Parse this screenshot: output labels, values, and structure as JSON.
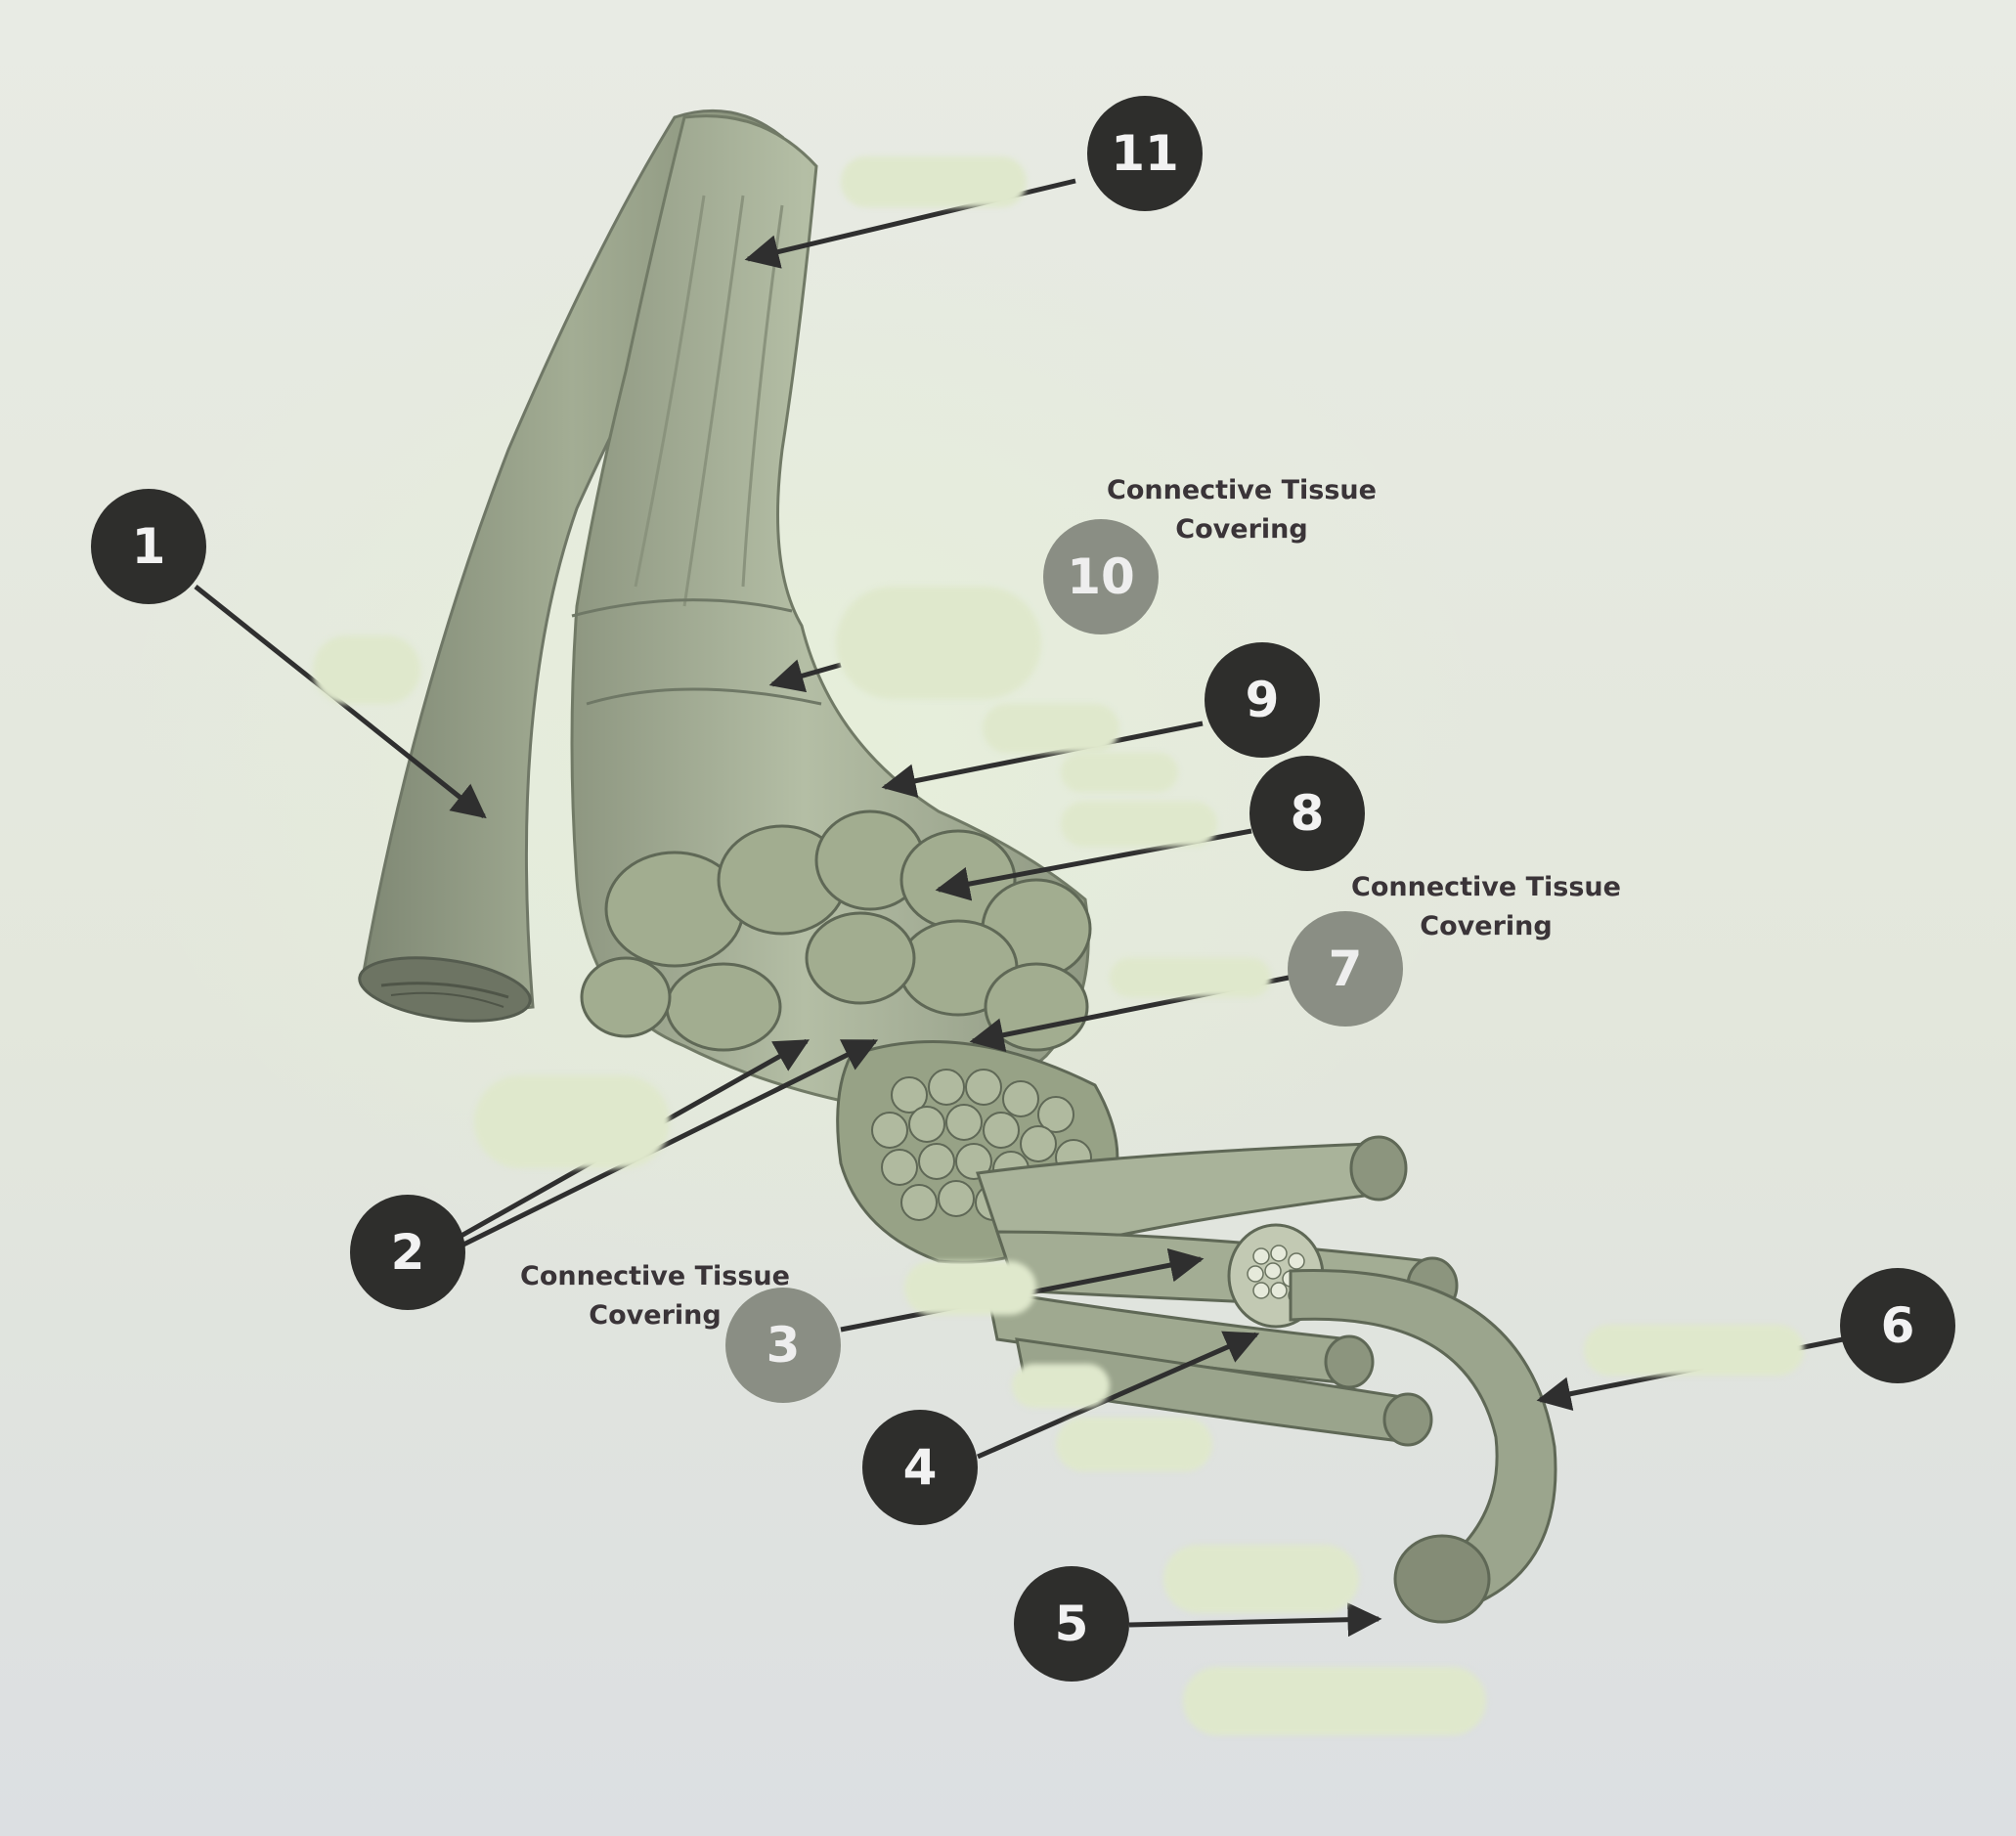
{
  "markers": [
    {
      "id": "1",
      "label": "1",
      "style": "dark"
    },
    {
      "id": "2",
      "label": "2",
      "style": "dark"
    },
    {
      "id": "3",
      "label": "3",
      "style": "gray"
    },
    {
      "id": "4",
      "label": "4",
      "style": "dark"
    },
    {
      "id": "5",
      "label": "5",
      "style": "dark"
    },
    {
      "id": "6",
      "label": "6",
      "style": "dark"
    },
    {
      "id": "7",
      "label": "7",
      "style": "gray"
    },
    {
      "id": "8",
      "label": "8",
      "style": "dark"
    },
    {
      "id": "9",
      "label": "9",
      "style": "dark"
    },
    {
      "id": "10",
      "label": "10",
      "style": "gray"
    },
    {
      "id": "11",
      "label": "11",
      "style": "dark"
    }
  ],
  "notes": {
    "note_10": {
      "line1": "Connective Tissue",
      "line2": "Covering"
    },
    "note_7": {
      "line1": "Connective Tissue",
      "line2": "Covering"
    },
    "note_3": {
      "line1": "Connective Tissue",
      "line2": "Covering"
    }
  },
  "colors": {
    "marker_dark": "#2e2e2c",
    "marker_gray": "#8a8e84",
    "note_text": "#3a3438",
    "tissue": "#a9b39a",
    "arrow": "#2f2f2f"
  }
}
